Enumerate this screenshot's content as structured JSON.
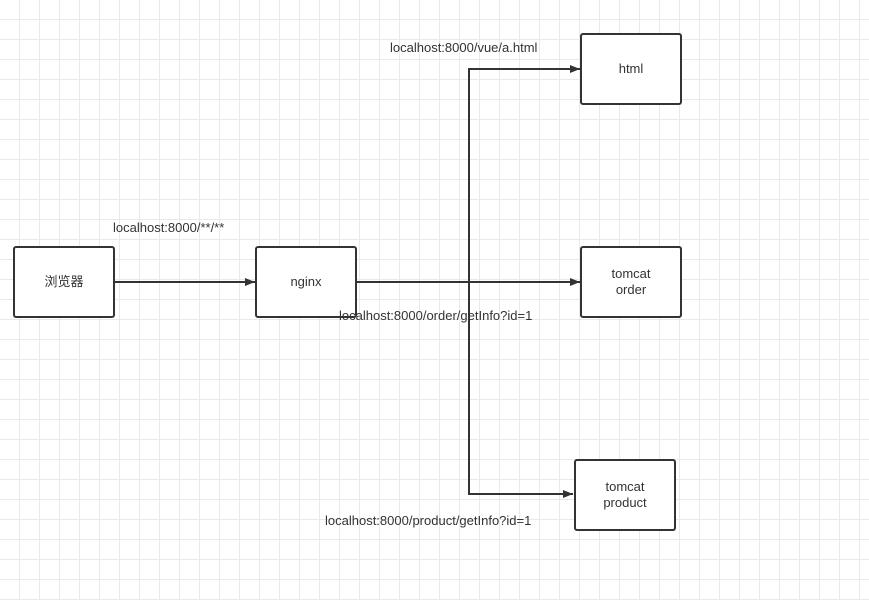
{
  "nodes": {
    "browser": {
      "label": "浏览器"
    },
    "nginx": {
      "label": "nginx"
    },
    "html": {
      "label": "html"
    },
    "tomcat_order": {
      "line1": "tomcat",
      "line2": "order"
    },
    "tomcat_product": {
      "line1": "tomcat",
      "line2": "product"
    }
  },
  "edge_labels": {
    "browser_to_nginx": "localhost:8000/**/**",
    "to_html": "localhost:8000/vue/a.html",
    "to_order": "localhost:8000/order/getInfo?id=1",
    "to_product": "localhost:8000/product/getInfo?id=1"
  },
  "colors": {
    "stroke": "#333333",
    "grid": "#e9e9e9",
    "background": "#ffffff"
  }
}
